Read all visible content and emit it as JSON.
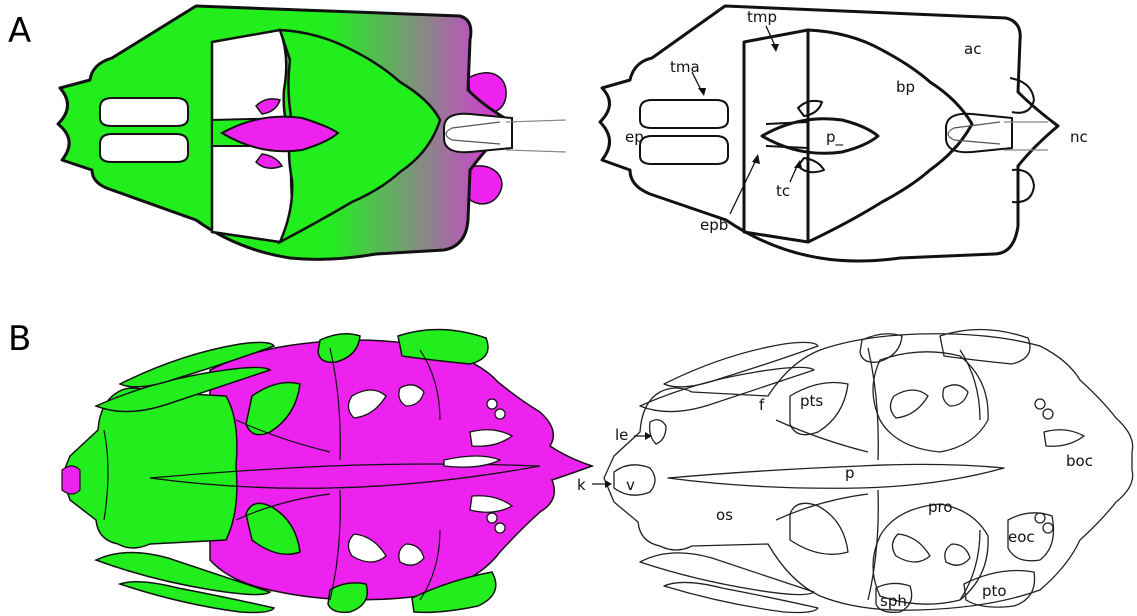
{
  "panels": [
    {
      "letter": "A"
    },
    {
      "letter": "B"
    }
  ],
  "colors": {
    "green": "#22ee1e",
    "magenta": "#ee22ee",
    "outline": "#111111",
    "background": "#ffffff"
  },
  "labels_a": {
    "tmp": "tmp",
    "tma": "tma",
    "ac": "ac",
    "bp": "bp",
    "ep": "ep",
    "p": "p_",
    "nc": "nc",
    "tc": "tc",
    "epb": "epb"
  },
  "labels_b": {
    "f": "f",
    "pts": "pts",
    "le": "le",
    "k": "k",
    "v": "v",
    "p": "p",
    "boc": "boc",
    "os": "os",
    "pro": "pro",
    "eoc": "eoc",
    "sph": "sph",
    "pto": "pto"
  }
}
